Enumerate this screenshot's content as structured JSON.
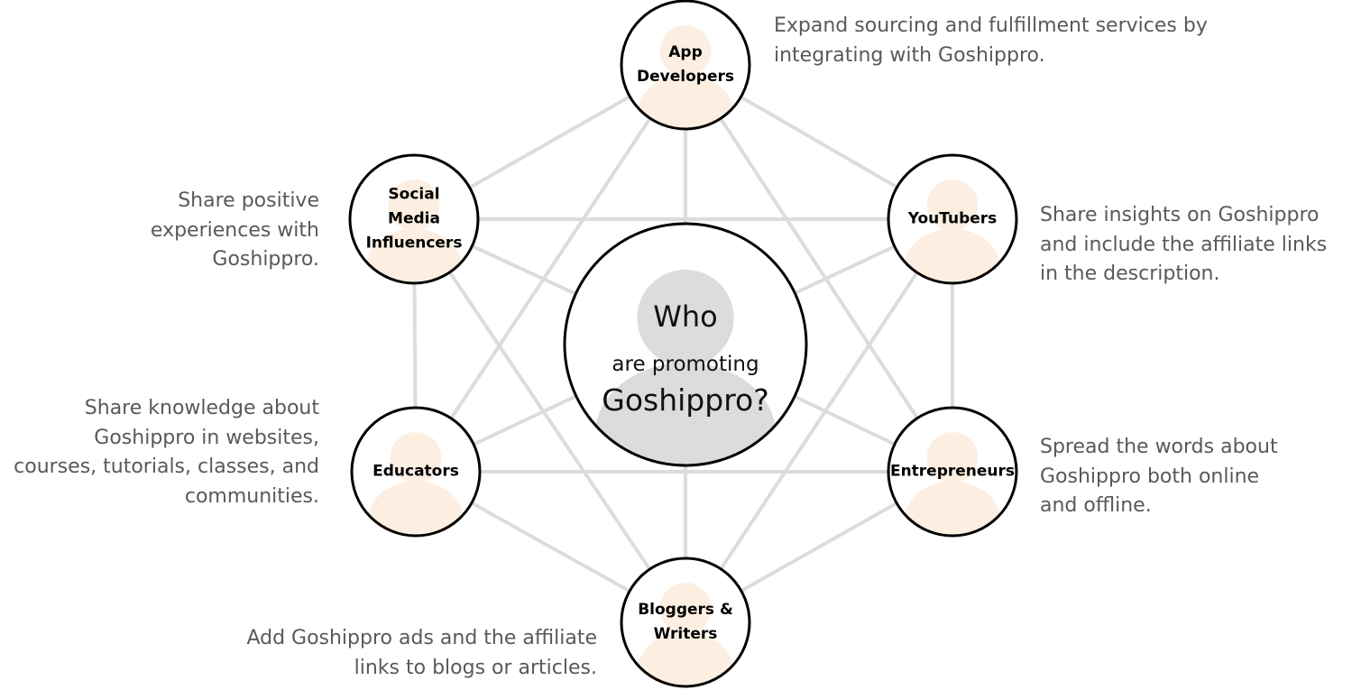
{
  "center": {
    "line1": "Who",
    "line2": "are promoting",
    "line3": "Goshippro?"
  },
  "nodes": [
    {
      "id": "app-developers",
      "label": "App\nDevelopers",
      "description": "Expand sourcing and fulfillment services by\nintegrating with Goshippro."
    },
    {
      "id": "youtubers",
      "label": "YouTubers",
      "description": "Share insights on Goshippro\nand include the affiliate links\nin the description."
    },
    {
      "id": "entrepreneurs",
      "label": "Entrepreneurs",
      "description": "Spread the words about\nGoshippro both online\nand offline."
    },
    {
      "id": "bloggers-writers",
      "label": "Bloggers &\nWriters",
      "description": "Add Goshippro ads and the affiliate\nlinks to blogs or articles."
    },
    {
      "id": "educators",
      "label": "Educators",
      "description": "Share knowledge about\nGoshippro in websites,\ncourses, tutorials, classes, and\ncommunities."
    },
    {
      "id": "social-media-influencers",
      "label": "Social\nMedia\nInfluencers",
      "description": "Share positive\nexperiences with\nGoshippro."
    }
  ],
  "colors": {
    "line": "#dcdcdc",
    "node_fill": "#fcefe2",
    "center_fill": "#dcdcdc",
    "text": "#595959"
  }
}
